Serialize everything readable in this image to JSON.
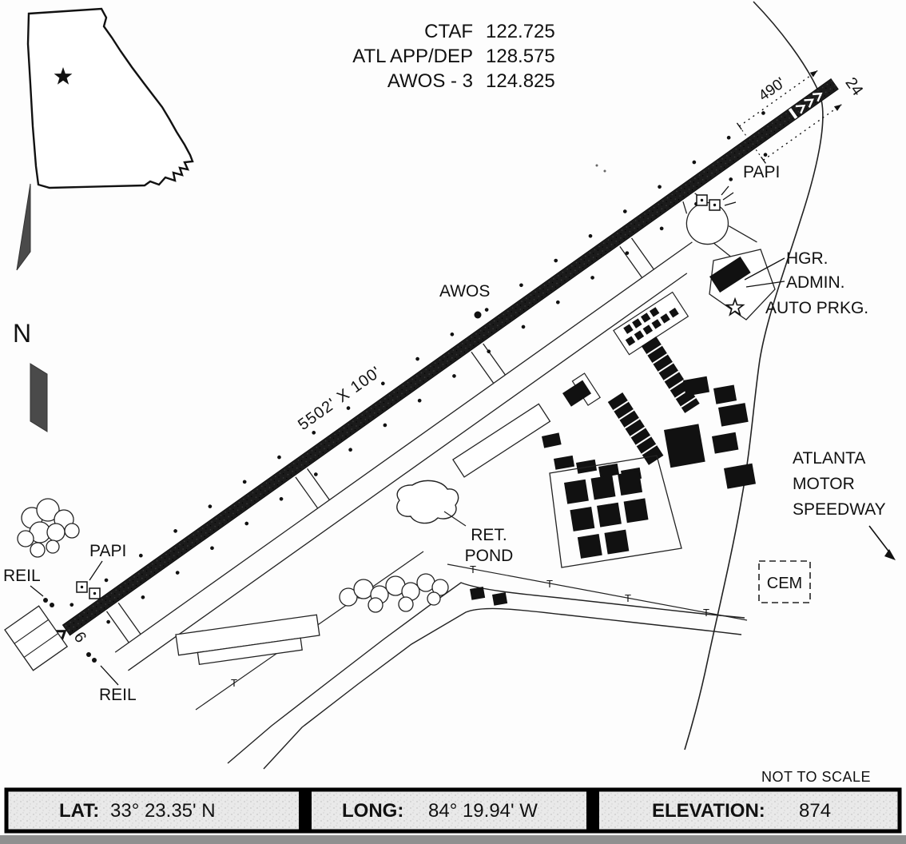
{
  "frequencies": [
    {
      "label": "CTAF",
      "value": "122.725"
    },
    {
      "label": "ATL APP/DEP",
      "value": "128.575"
    },
    {
      "label": "AWOS - 3",
      "value": "124.825"
    }
  ],
  "north_indicator": {
    "label": "N"
  },
  "runway": {
    "size_label": "5502' X 100'",
    "runway_end_left": "6",
    "runway_end_right": "24",
    "displaced_threshold": "490'"
  },
  "features": {
    "awos": "AWOS",
    "papi_upper": "PAPI",
    "papi_lower": "PAPI",
    "reil_upper": "REIL",
    "reil_lower": "REIL",
    "hangar": "HGR.",
    "admin": "ADMIN.",
    "auto_parking": "AUTO PRKG.",
    "pond_line1": "RET.",
    "pond_line2": "POND",
    "cemetery": "CEM",
    "speedway_line1": "ATLANTA",
    "speedway_line2": "MOTOR",
    "speedway_line3": "SPEEDWAY"
  },
  "fence": {
    "mark": "T"
  },
  "notes": {
    "scale": "NOT TO SCALE"
  },
  "info_bar": {
    "lat_label": "LAT:",
    "lat_value": "33° 23.35' N",
    "long_label": "LONG:",
    "long_value": "84° 19.94' W",
    "elevation_label": "ELEVATION:",
    "elevation_value": "874"
  },
  "colors": {
    "ink": "#111111",
    "panel_bg": "#e9e9e9",
    "bottom_strip": "#909090"
  }
}
